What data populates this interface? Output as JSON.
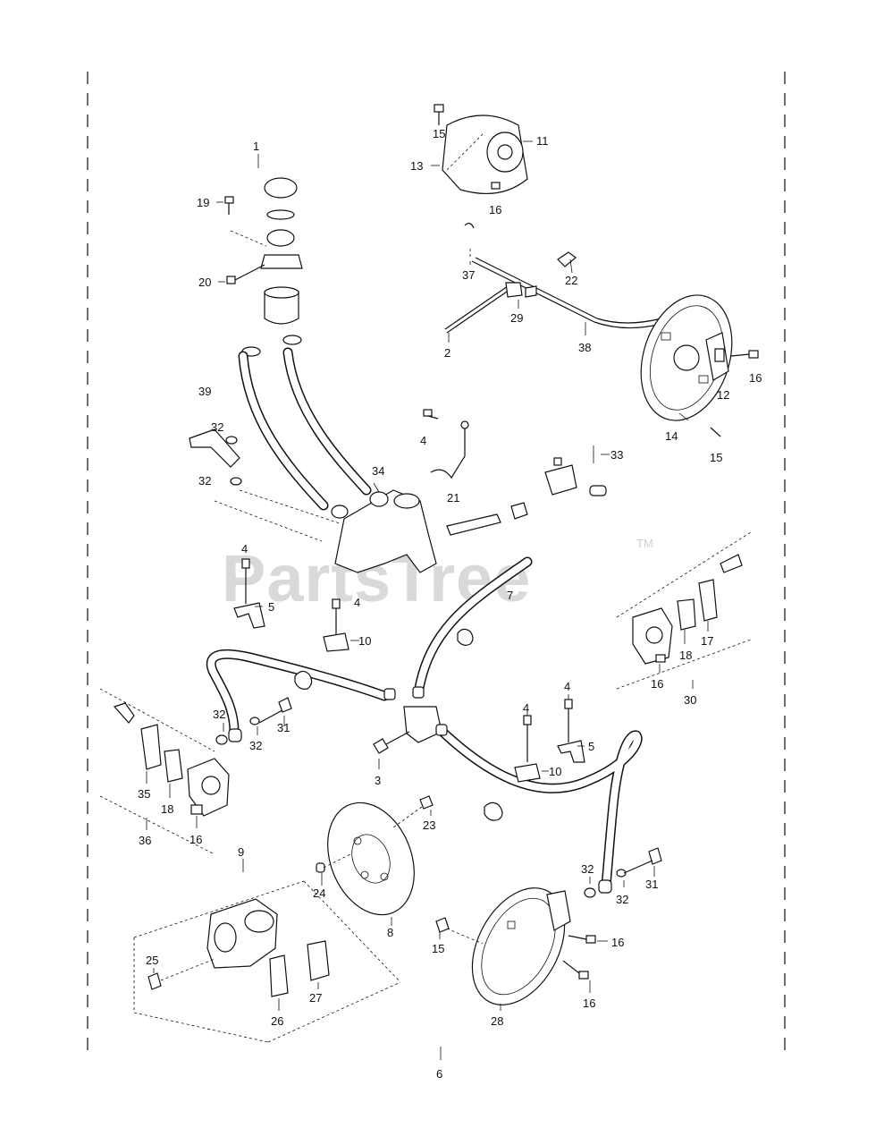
{
  "watermark": {
    "text": "PartsTree",
    "trademark": "TM",
    "color": "#d9d9d9"
  },
  "callouts": [
    {
      "id": "c-1",
      "text": "1"
    },
    {
      "id": "c-19",
      "text": "19"
    },
    {
      "id": "c-20",
      "text": "20"
    },
    {
      "id": "c-39",
      "text": "39"
    },
    {
      "id": "c-15a",
      "text": "15"
    },
    {
      "id": "c-11",
      "text": "11"
    },
    {
      "id": "c-13",
      "text": "13"
    },
    {
      "id": "c-16a",
      "text": "16"
    },
    {
      "id": "c-37",
      "text": "37"
    },
    {
      "id": "c-22",
      "text": "22"
    },
    {
      "id": "c-29",
      "text": "29"
    },
    {
      "id": "c-2",
      "text": "2"
    },
    {
      "id": "c-38",
      "text": "38"
    },
    {
      "id": "c-12",
      "text": "12"
    },
    {
      "id": "c-16b",
      "text": "16"
    },
    {
      "id": "c-14",
      "text": "14"
    },
    {
      "id": "c-15b",
      "text": "15"
    },
    {
      "id": "c-32a",
      "text": "32"
    },
    {
      "id": "c-32b",
      "text": "32"
    },
    {
      "id": "c-4a",
      "text": "4"
    },
    {
      "id": "c-34",
      "text": "34"
    },
    {
      "id": "c-21",
      "text": "21"
    },
    {
      "id": "c-33",
      "text": "33"
    },
    {
      "id": "c-4b",
      "text": "4"
    },
    {
      "id": "c-5a",
      "text": "5"
    },
    {
      "id": "c-4c",
      "text": "4"
    },
    {
      "id": "c-10a",
      "text": "10"
    },
    {
      "id": "c-7",
      "text": "7"
    },
    {
      "id": "c-17",
      "text": "17"
    },
    {
      "id": "c-18a",
      "text": "18"
    },
    {
      "id": "c-16c",
      "text": "16"
    },
    {
      "id": "c-30",
      "text": "30"
    },
    {
      "id": "c-32c",
      "text": "32"
    },
    {
      "id": "c-32d",
      "text": "32"
    },
    {
      "id": "c-31a",
      "text": "31"
    },
    {
      "id": "c-35",
      "text": "35"
    },
    {
      "id": "c-18b",
      "text": "18"
    },
    {
      "id": "c-16d",
      "text": "16"
    },
    {
      "id": "c-36",
      "text": "36"
    },
    {
      "id": "c-3",
      "text": "3"
    },
    {
      "id": "c-4d",
      "text": "4"
    },
    {
      "id": "c-4e",
      "text": "4"
    },
    {
      "id": "c-5b",
      "text": "5"
    },
    {
      "id": "c-10b",
      "text": "10"
    },
    {
      "id": "c-23",
      "text": "23"
    },
    {
      "id": "c-9",
      "text": "9"
    },
    {
      "id": "c-24",
      "text": "24"
    },
    {
      "id": "c-8",
      "text": "8"
    },
    {
      "id": "c-32e",
      "text": "32"
    },
    {
      "id": "c-31b",
      "text": "31"
    },
    {
      "id": "c-32f",
      "text": "32"
    },
    {
      "id": "c-25",
      "text": "25"
    },
    {
      "id": "c-15c",
      "text": "15"
    },
    {
      "id": "c-16e",
      "text": "16"
    },
    {
      "id": "c-16f",
      "text": "16"
    },
    {
      "id": "c-26",
      "text": "26"
    },
    {
      "id": "c-27",
      "text": "27"
    },
    {
      "id": "c-28",
      "text": "28"
    },
    {
      "id": "c-6",
      "text": "6"
    }
  ]
}
